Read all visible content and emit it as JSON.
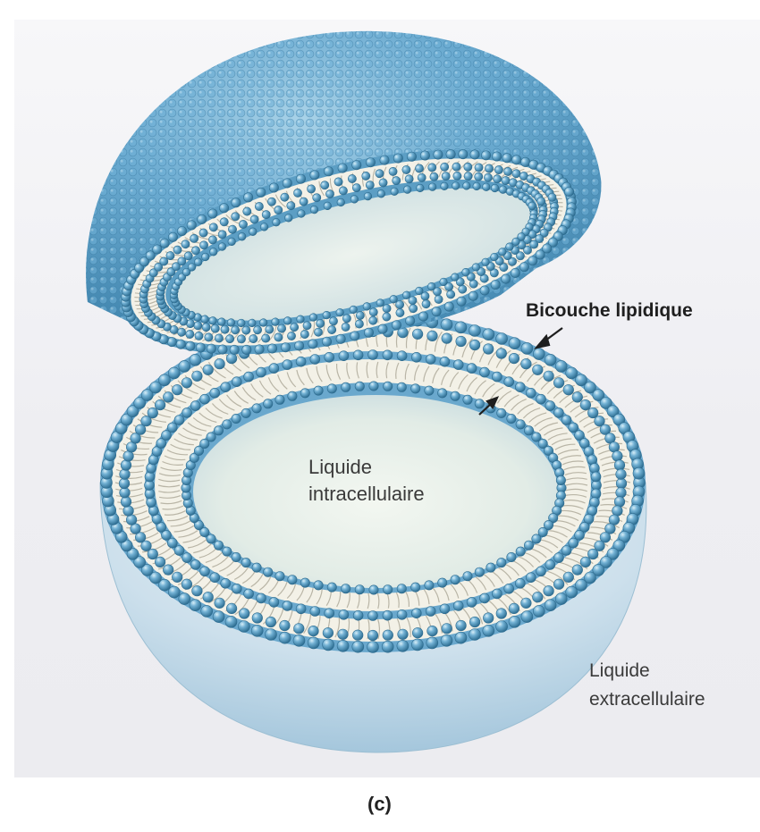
{
  "labels": {
    "bilayer": "Bicouche lipidique",
    "intracellular_line1": "Liquide",
    "intracellular_line2": "intracellulaire",
    "extracellular_line1": "Liquide",
    "extracellular_line2": "extracellulaire",
    "panel_letter": "(c)"
  },
  "colors": {
    "head": "#5fa3c7",
    "head_highlight": "#bfe0f0",
    "head_shadow": "#2f6f93",
    "tail": "#f4f2e8",
    "dome": "#5b9fc4",
    "interior": "#e6efe9"
  }
}
